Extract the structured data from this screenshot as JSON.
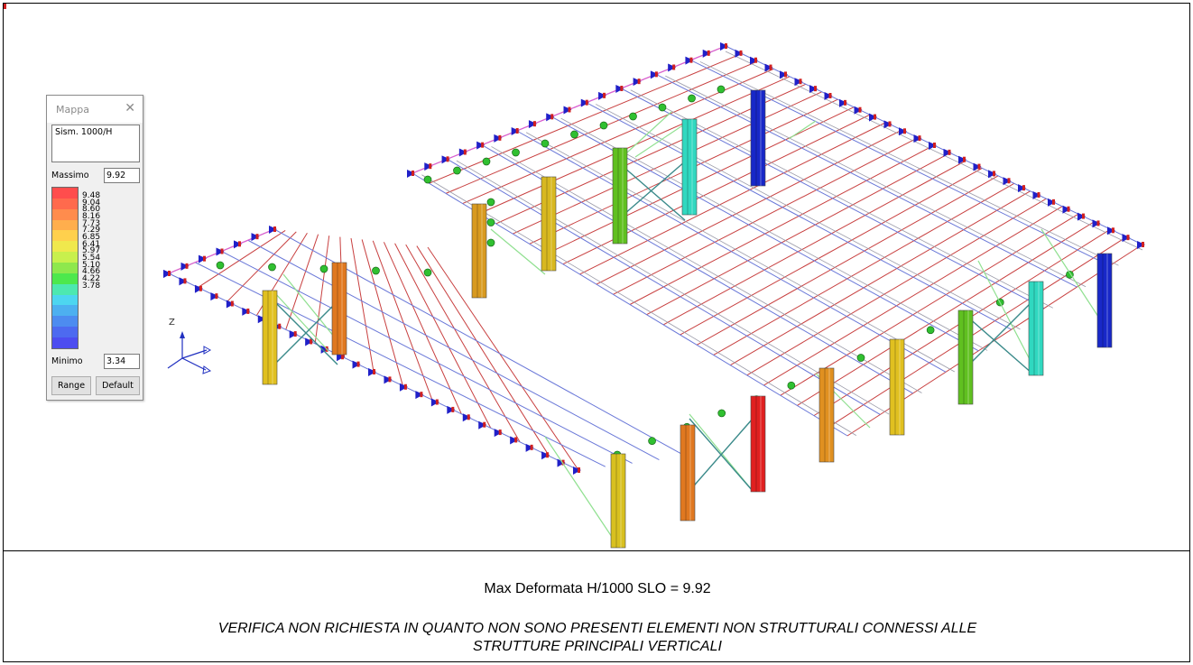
{
  "mappa": {
    "title": "Mappa",
    "close_icon": "close-icon",
    "load_case": "Sism. 1000/H",
    "max_label": "Massimo",
    "max_value": "9.92",
    "min_label": "Minimo",
    "min_value": "3.34",
    "scale_values": [
      "9.48",
      "9.04",
      "8.60",
      "8.16",
      "7.73",
      "7.29",
      "6.85",
      "6.41",
      "5.97",
      "5.54",
      "5.10",
      "4.66",
      "4.22",
      "3.78"
    ],
    "scale_colors": [
      "#ff4d4d",
      "#ff6a4d",
      "#ff8c4d",
      "#ffae4d",
      "#ffd04d",
      "#f0e84d",
      "#c8f04d",
      "#8ee84d",
      "#4de84d",
      "#4de8b0",
      "#4dd6f0",
      "#4db0f0",
      "#4d8cf0",
      "#4d6af0",
      "#4d4df0"
    ],
    "range_button": "Range",
    "default_button": "Default"
  },
  "axis": {
    "z_label": "Z",
    "icon": "axis-triad-icon"
  },
  "caption": {
    "line1": "Max Deformata H/1000 SLO  =   9.92",
    "line2a": "VERIFICA NON RICHIESTA IN QUANTO NON SONO PRESENTI ELEMENTI NON STRUTTURALI CONNESSI ALLE",
    "line2b": "STRUTTURE PRINCIPALI VERTICALI"
  },
  "columns": [
    {
      "color": "#e0c020"
    },
    {
      "color": "#e07820"
    },
    {
      "color": "#d89a20"
    },
    {
      "color": "#d8b820"
    },
    {
      "color": "#60c020"
    },
    {
      "color": "#30d8c0"
    },
    {
      "color": "#1828c8"
    },
    {
      "color": "#d8c020"
    },
    {
      "color": "#e07820"
    },
    {
      "color": "#e02020"
    },
    {
      "color": "#e09020"
    },
    {
      "color": "#e0c020"
    },
    {
      "color": "#60c020"
    },
    {
      "color": "#30d8c0"
    },
    {
      "color": "#1828c8"
    }
  ]
}
